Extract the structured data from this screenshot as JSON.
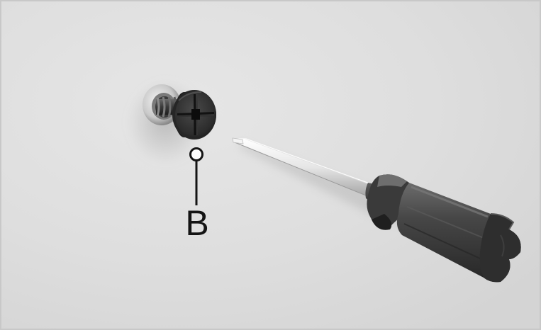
{
  "callout": {
    "label": "B",
    "target": "screw-head"
  },
  "objects": {
    "screw": {
      "drive_type": "phillips",
      "head": "countersunk"
    },
    "screwdriver": {
      "tip": "flat",
      "handle_color": "#3e3e3e"
    }
  },
  "colors": {
    "background": "#dcdcdc",
    "metal_dark": "#2f2f2f",
    "shaft": "#e8e8e8",
    "callout": "#141414"
  }
}
